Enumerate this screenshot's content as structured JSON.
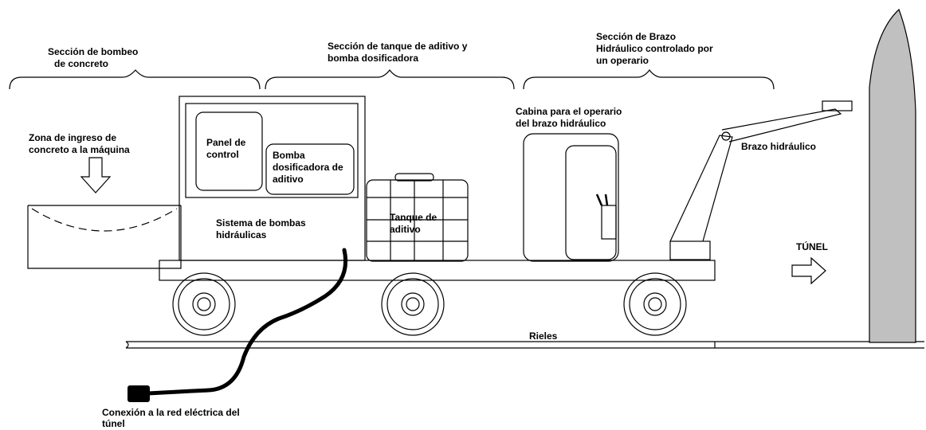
{
  "labels": {
    "section_pumping_1": "Sección de bombeo",
    "section_pumping_2": "de concreto",
    "section_tank_1": "Sección de tanque de aditivo y",
    "section_tank_2": "bomba dosificadora",
    "section_arm_1": "Sección de Brazo",
    "section_arm_2": "Hidráulico controlado por",
    "section_arm_3": "un operario",
    "intake_1": "Zona de ingreso de",
    "intake_2": "concreto a la máquina",
    "panel_1": "Panel de",
    "panel_2": "control",
    "doser_1": "Bomba",
    "doser_2": "dosificadora de",
    "doser_3": "aditivo",
    "pumps_1": "Sistema de bombas",
    "pumps_2": "hidráulicas",
    "tank_1": "Tanque de",
    "tank_2": "aditivo",
    "cabin_1": "Cabina para el operario",
    "cabin_2": "del brazo hidráulico",
    "arm": "Brazo hidráulico",
    "tunnel": "TÚNEL",
    "rails": "Rieles",
    "power_1": "Conexión a la red eléctrica del",
    "power_2": "túnel"
  },
  "colors": {
    "line": "#000000",
    "tunnel_fill": "#c0c0c0",
    "background": "#ffffff"
  }
}
